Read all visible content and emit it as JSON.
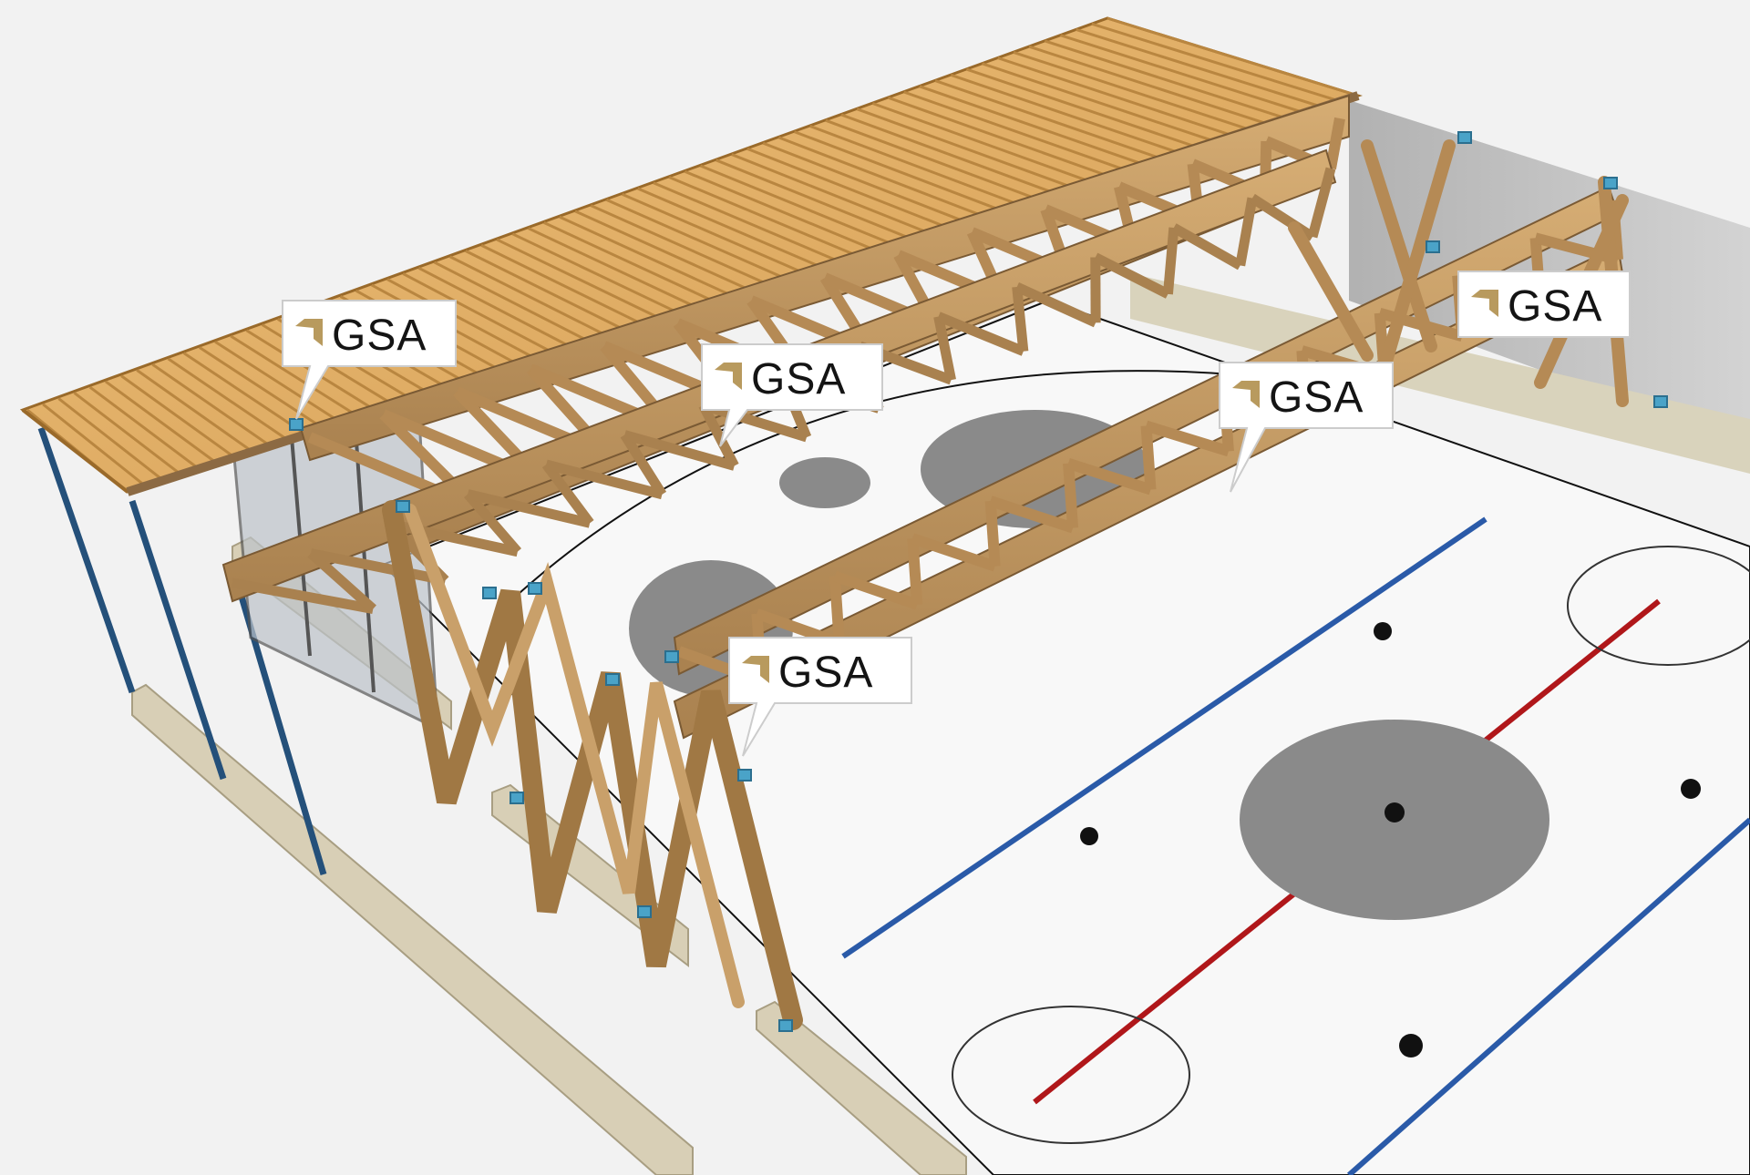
{
  "scene": {
    "description_free": true,
    "colors": {
      "background": "#f2f2f2",
      "ice": "#f7f7f7",
      "blue_line": "#2a5aa8",
      "red_line": "#b0171a",
      "face_off_circle": "#8a8a8a",
      "timber": "#c9a06a",
      "timber_dark": "#8c6a43",
      "roof_joist": "#e3b672",
      "connector": "#4aa3c8",
      "steel_column": "#24507a",
      "concrete": "#d8cfb6",
      "glazing": "#bcc3ca",
      "wall": "#b7b7b7"
    },
    "callouts": [
      {
        "id": "callout-1",
        "logo": "gsa-logo-icon",
        "label": "GSA"
      },
      {
        "id": "callout-2",
        "logo": "gsa-logo-icon",
        "label": "GSA"
      },
      {
        "id": "callout-3",
        "logo": "gsa-logo-icon",
        "label": "GSA"
      },
      {
        "id": "callout-4",
        "logo": "gsa-logo-icon",
        "label": "GSA"
      },
      {
        "id": "callout-5",
        "logo": "gsa-logo-icon",
        "label": "GSA"
      }
    ]
  }
}
